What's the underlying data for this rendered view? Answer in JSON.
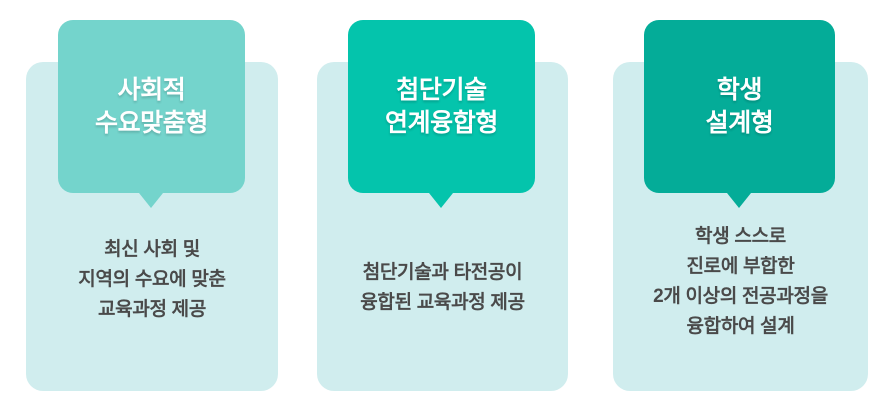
{
  "colors": {
    "page_background": "#ffffff",
    "card_background": "#d0edee",
    "body_text": "#4a4a4a",
    "badge_text": "#ffffff",
    "badge_1": "#74d4cc",
    "badge_2": "#04c4ac",
    "badge_3": "#04ac98"
  },
  "panels": [
    {
      "id": "social-demand",
      "badge_color": "#74d4cc",
      "title_lines": [
        "사회적",
        "수요맞춤형"
      ],
      "body_lines": [
        "최신 사회 및",
        "지역의 수요에 맞춘",
        "교육과정 제공"
      ]
    },
    {
      "id": "advanced-technology",
      "badge_color": "#04c4ac",
      "title_lines": [
        "첨단기술",
        "연계융합형"
      ],
      "body_lines": [
        "첨단기술과 타전공이",
        "융합된 교육과정 제공"
      ]
    },
    {
      "id": "student-designed",
      "badge_color": "#04ac98",
      "title_lines": [
        "학생",
        "설계형"
      ],
      "body_lines": [
        "학생 스스로",
        "진로에 부합한",
        "2개 이상의 전공과정을",
        "융합하여 설계"
      ]
    }
  ]
}
